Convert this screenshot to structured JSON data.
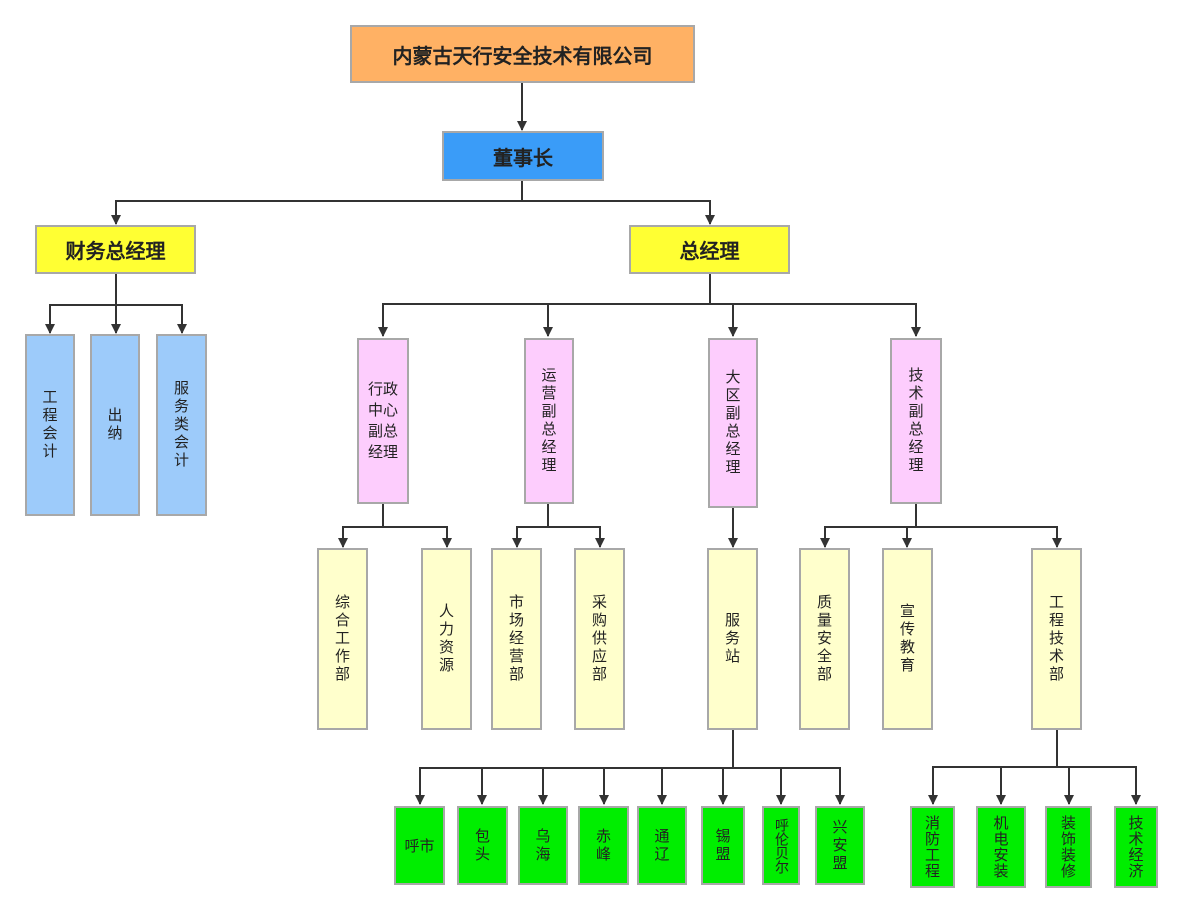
{
  "company": "内蒙古天行安全技术有限公司",
  "chairman": "董事长",
  "finance_gm": "财务总经理",
  "gm": "总经理",
  "finance_units": [
    "工程会计",
    "出纳",
    "服务类会计"
  ],
  "vp": {
    "admin": "行政中心副总经理",
    "ops": "运营副总经理",
    "region": "大区副总经理",
    "tech": "技术副总经理"
  },
  "depts": {
    "general_work": "综合工作部",
    "hr": "人力资源",
    "market": "市场经营部",
    "purchase": "采购供应部",
    "service_station": "服务站",
    "quality": "质量安全部",
    "publicity": "宣传教育",
    "engineering": "工程技术部"
  },
  "stations": [
    "呼市",
    "包头",
    "乌海",
    "赤峰",
    "通辽",
    "锡盟",
    "呼伦贝尔",
    "兴安盟"
  ],
  "eng_units": [
    "消防工程",
    "机电安装",
    "装饰装修",
    "技术经济"
  ],
  "colors": {
    "company": "#ffb164",
    "chairman": "#3a9cf8",
    "gm": "#ffff33",
    "finance": "#9dcbfa",
    "vp": "#fdcdfd",
    "dept": "#ffffcc",
    "station": "#00ee00",
    "connector": "#333333"
  }
}
